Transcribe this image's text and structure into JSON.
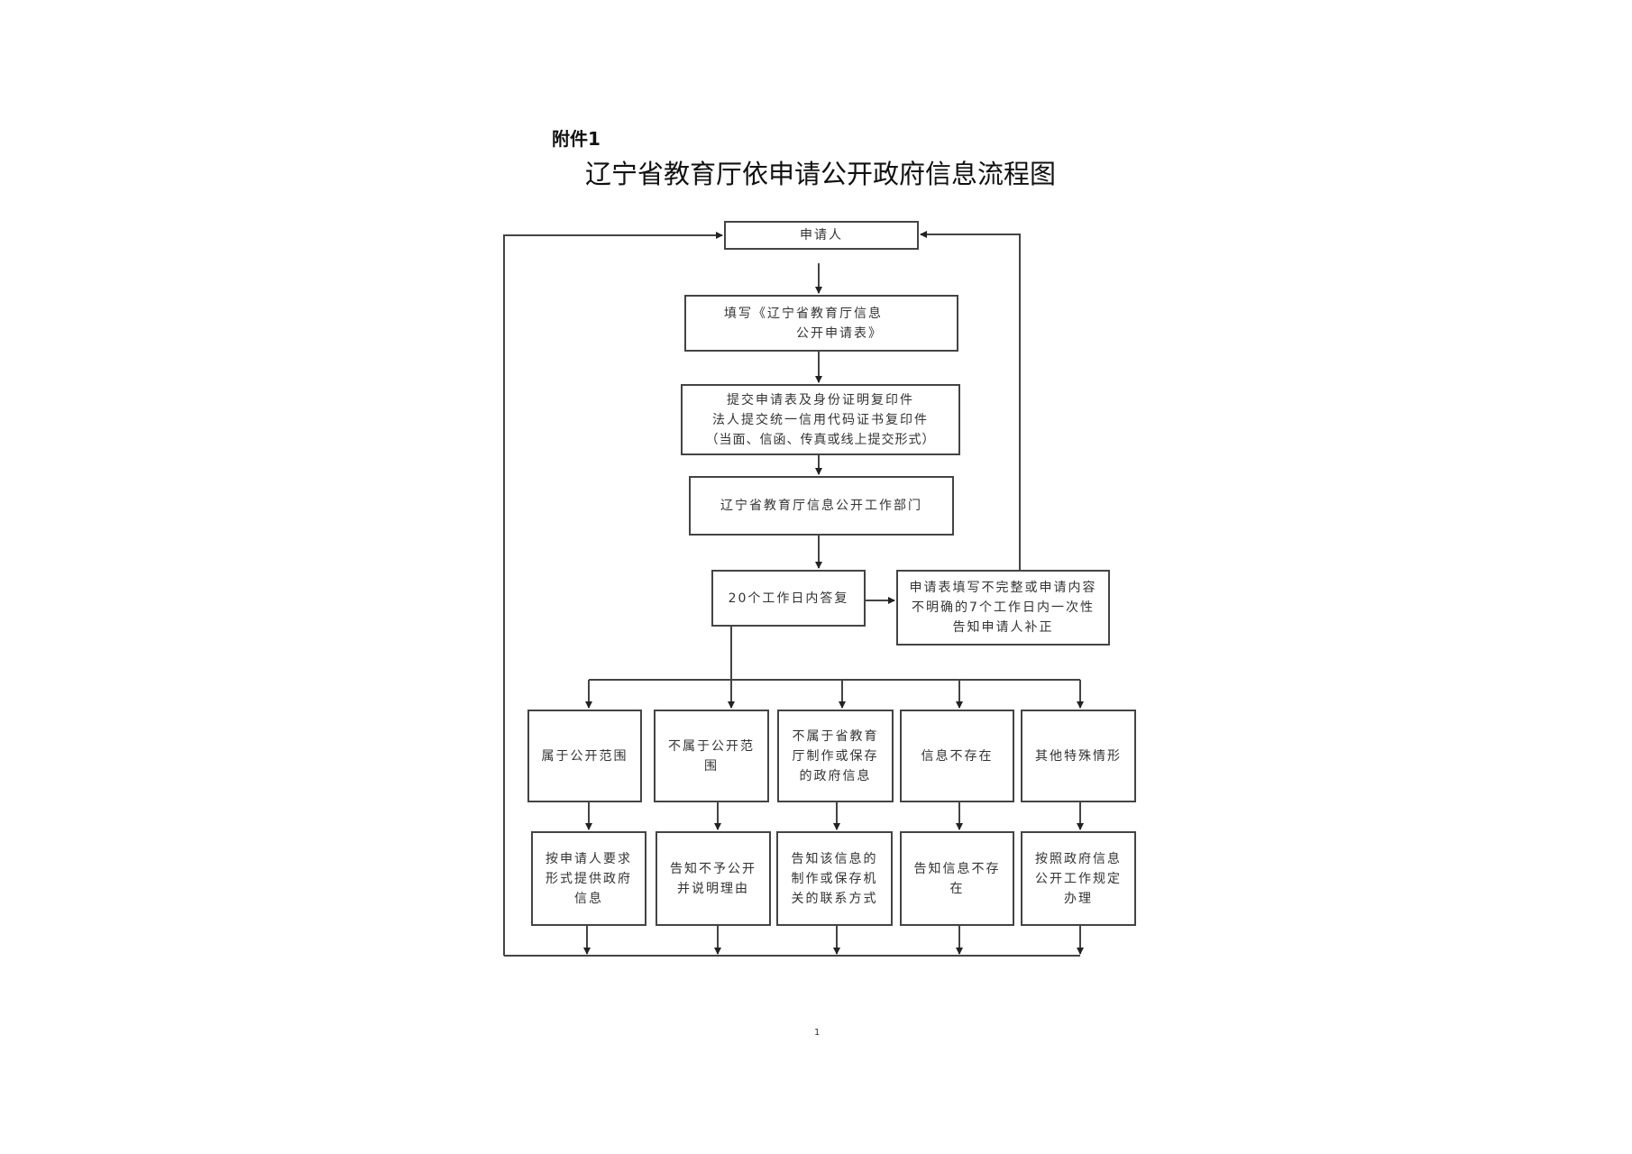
{
  "header": {
    "attachment": "附件1",
    "title": "辽宁省教育厅依申请公开政府信息流程图"
  },
  "flow": {
    "applicant": "申请人",
    "fill_form": [
      "填写《辽宁省教育厅信息",
      "公开申请表》"
    ],
    "submit": [
      "提交申请表及身份证明复印件",
      "法人提交统一信用代码证书复印件",
      "（当面、信函、传真或线上提交形式）"
    ],
    "department": "辽宁省教育厅信息公开工作部门",
    "reply": "20个工作日内答复",
    "supplement": "申请表填写不完整或申请内容不明确的7个工作日内一次性告知申请人补正",
    "categories": [
      "属于公开范围",
      "不属于公开范围",
      "不属于省教育厅制作或保存的政府信息",
      "信息不存在",
      "其他特殊情形"
    ],
    "outcomes": [
      "按申请人要求形式提供政府信息",
      "告知不予公开并说明理由",
      "告知该信息的制作或保存机关的联系方式",
      "告知信息不存在",
      "按照政府信息公开工作规定办理"
    ]
  },
  "page_number": "1"
}
